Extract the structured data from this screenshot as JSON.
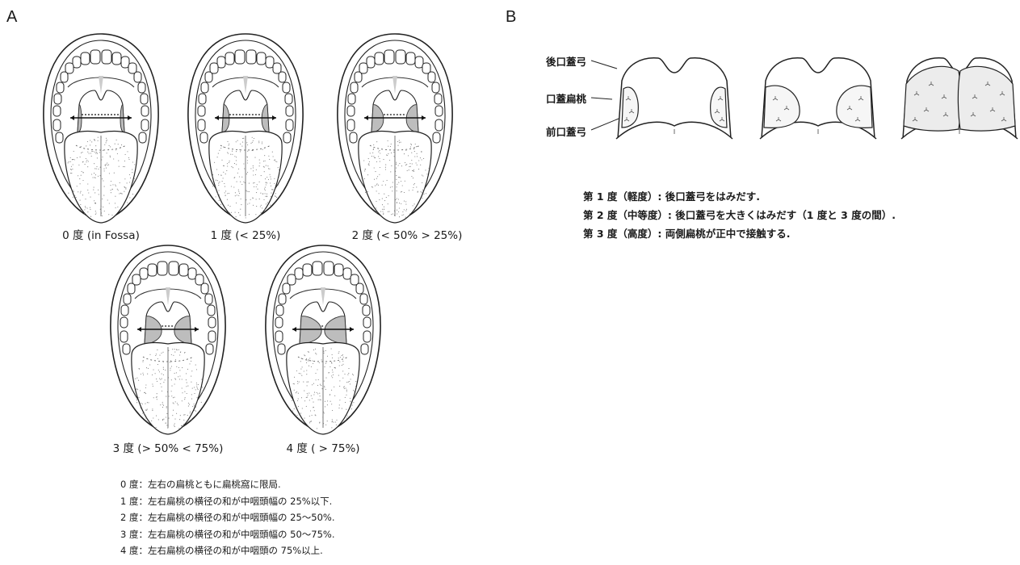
{
  "panel_a": {
    "label": "A",
    "grades": [
      {
        "caption": "0 度 (in Fossa)",
        "tonsil_fraction": 0.0
      },
      {
        "caption": "1 度 (< 25%)",
        "tonsil_fraction": 0.15
      },
      {
        "caption": "2 度 (< 50% > 25%)",
        "tonsil_fraction": 0.38
      },
      {
        "caption": "3 度 (> 50% < 75%)",
        "tonsil_fraction": 0.62
      },
      {
        "caption": "4 度 ( > 75%)",
        "tonsil_fraction": 0.85
      }
    ],
    "notes": [
      "0 度：左右の扁桃ともに扁桃窩に限局.",
      "1 度：左右扁桃の横径の和が中咽頭幅の 25%以下.",
      "2 度：左右扁桃の横径の和が中咽頭幅の 25～50%.",
      "3 度：左右扁桃の横径の和が中咽頭幅の 50～75%.",
      "4 度：左右扁桃の横径の和が中咽頭の 75%以上."
    ]
  },
  "panel_b": {
    "label": "B",
    "labels": {
      "posterior_arch": "後口蓋弓",
      "tonsil": "口蓋扁桃",
      "anterior_arch": "前口蓋弓"
    },
    "notes": [
      "第 1 度（軽度）: 後口蓋弓をはみだす.",
      "第 2 度（中等度）: 後口蓋弓を大きくはみだす（1 度と 3 度の間）.",
      "第 3 度（高度）: 両側扁桃が正中で接触する."
    ]
  }
}
